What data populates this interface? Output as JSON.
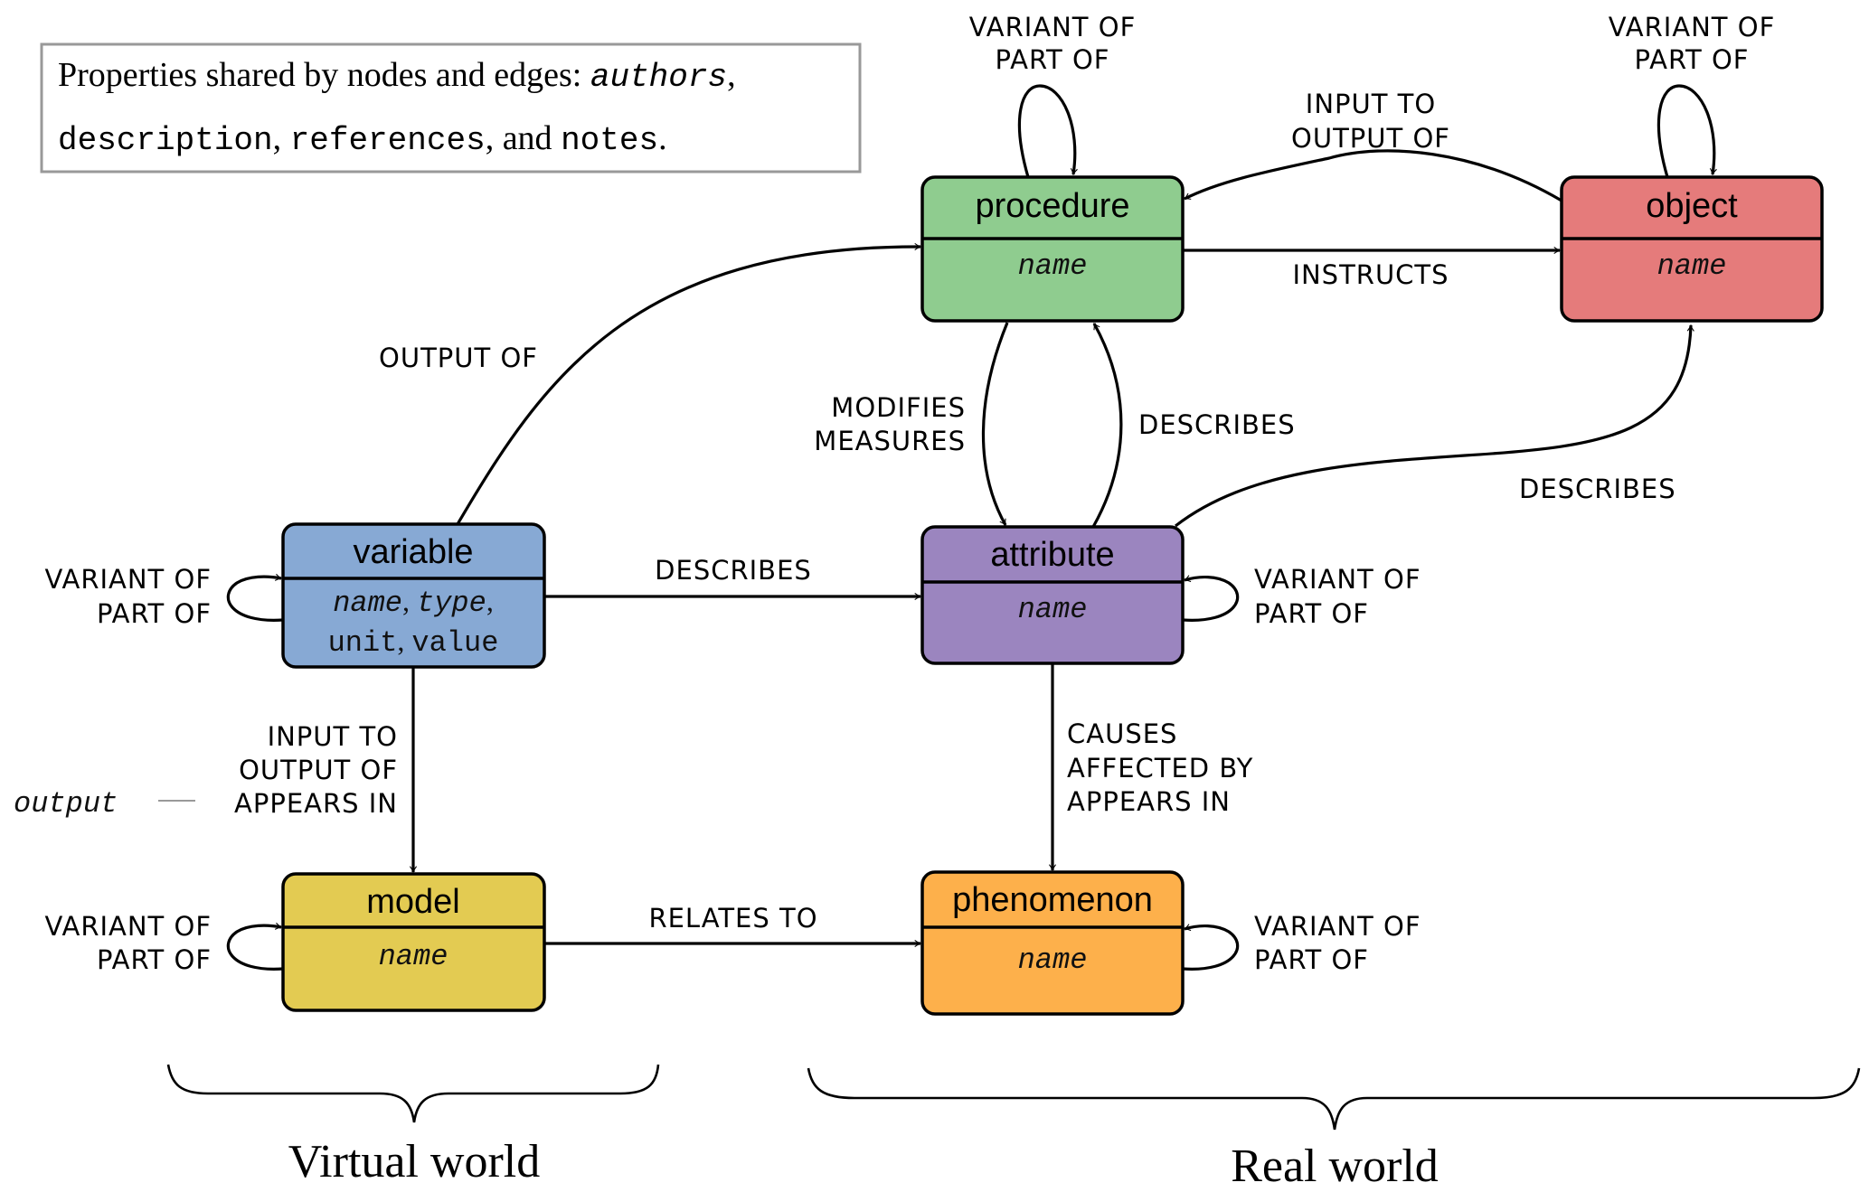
{
  "legend": {
    "line1_prefix": "Properties shared by nodes and edges: ",
    "line1_mono_italic": "authors",
    "line1_suffix": ",",
    "line2_mono1": "description",
    "line2_sep1": ", ",
    "line2_mono2": "references",
    "line2_sep2": ", and ",
    "line2_mono3": "notes",
    "line2_suffix": "."
  },
  "nodes": {
    "procedure": {
      "title": "procedure",
      "props": [
        "name"
      ],
      "color": "#8fcc8f"
    },
    "object": {
      "title": "object",
      "props": [
        "name"
      ],
      "color": "#e57b7b"
    },
    "variable": {
      "title": "variable",
      "props_line1_a": "name",
      "props_line1_b": "type",
      "props_line2_a": "unit",
      "props_line2_b": "value",
      "color": "#87a9d4"
    },
    "attribute": {
      "title": "attribute",
      "props": [
        "name"
      ],
      "color": "#9b85bf"
    },
    "model": {
      "title": "model",
      "props": [
        "name"
      ],
      "color": "#e3cb52"
    },
    "phenomenon": {
      "title": "phenomenon",
      "props": [
        "name"
      ],
      "color": "#fdb04b"
    }
  },
  "edges": {
    "procedure_self": [
      "VARIANT OF",
      "PART OF"
    ],
    "object_self": [
      "VARIANT OF",
      "PART OF"
    ],
    "object_to_procedure": [
      "INPUT TO",
      "OUTPUT OF"
    ],
    "procedure_to_object": [
      "INSTRUCTS"
    ],
    "variable_to_procedure": [
      "OUTPUT OF"
    ],
    "procedure_to_attribute": [
      "MODIFIES",
      "MEASURES"
    ],
    "attribute_to_procedure": [
      "DESCRIBES"
    ],
    "attribute_to_object": [
      "DESCRIBES"
    ],
    "variable_self": [
      "VARIANT OF",
      "PART OF"
    ],
    "variable_to_attribute": [
      "DESCRIBES"
    ],
    "attribute_self": [
      "VARIANT OF",
      "PART OF"
    ],
    "variable_to_model": [
      "INPUT TO",
      "OUTPUT OF",
      "APPEARS IN"
    ],
    "variable_to_model_property": "output",
    "attribute_to_phenomenon": [
      "CAUSES",
      "AFFECTED BY",
      "APPEARS IN"
    ],
    "model_self": [
      "VARIANT OF",
      "PART OF"
    ],
    "model_to_phenomenon": [
      "RELATES TO"
    ],
    "phenomenon_self": [
      "VARIANT OF",
      "PART OF"
    ]
  },
  "groups": {
    "virtual": "Virtual world",
    "real": "Real world"
  }
}
